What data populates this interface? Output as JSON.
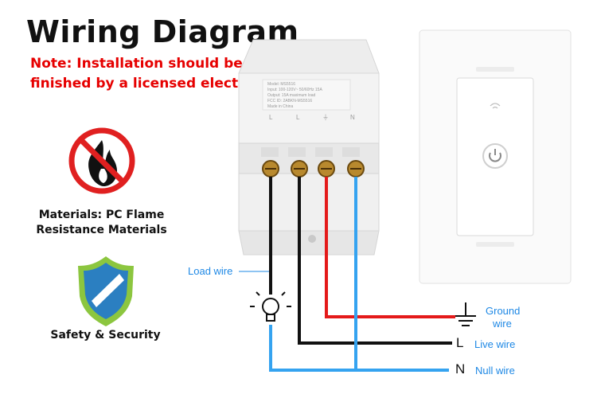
{
  "title": "Wiring Diagram",
  "note": {
    "line1": "Note: Installation should be",
    "line2": "finished by a licensed electrician"
  },
  "features": {
    "materials_line1": "Materials: PC Flame",
    "materials_line2": "Resistance Materials",
    "safety": "Safety & Security"
  },
  "wires": {
    "load": "Load wire",
    "ground_line1": "Ground",
    "ground_line2": "wire",
    "live": "Live wire",
    "null": "Null wire",
    "L": "L",
    "N": "N"
  },
  "module_label": {
    "model": "Model: MS5516",
    "input": "Input: 100-120V~ 50/60Hz 15A",
    "output": "Output: 15A maximum load",
    "fcc": "FCC ID: 2ABKN-MS5516",
    "made": "Made in China",
    "pins": [
      "L",
      "L",
      "⏚",
      "N"
    ]
  },
  "colors": {
    "wire_red": "#e41a1a",
    "wire_black": "#111111",
    "wire_blue": "#35a3f0",
    "label_blue": "#1e88e5",
    "note_red": "#e60000"
  },
  "icons": [
    "no-fire-icon",
    "shield-icon",
    "bulb-icon",
    "ground-icon",
    "power-icon",
    "wifi-icon"
  ]
}
